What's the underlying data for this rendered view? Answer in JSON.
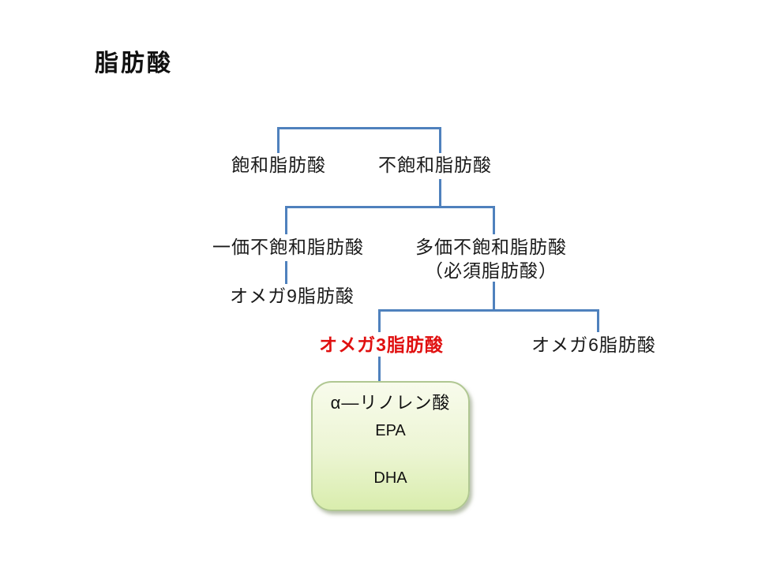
{
  "title": "脂肪酸",
  "colors": {
    "connector": "#4f81bd",
    "highlight": "#e01010",
    "text": "#1a1a1a",
    "box_border": "#b0c792",
    "box_fill_top": "#f8fbec",
    "box_fill_bottom": "#d9edad"
  },
  "nodes": {
    "saturated": "飽和脂肪酸",
    "unsaturated": "不飽和脂肪酸",
    "mono": "一価不飽和脂肪酸",
    "poly1": "多価不飽和脂肪酸",
    "poly2": "（必須脂肪酸）",
    "omega9": "オメガ9脂肪酸",
    "omega3": "オメガ3脂肪酸",
    "omega6": "オメガ6脂肪酸"
  },
  "omega3_box": {
    "alpha_linolenic": "α―リノレン酸",
    "epa": "EPA",
    "dha": "DHA"
  }
}
